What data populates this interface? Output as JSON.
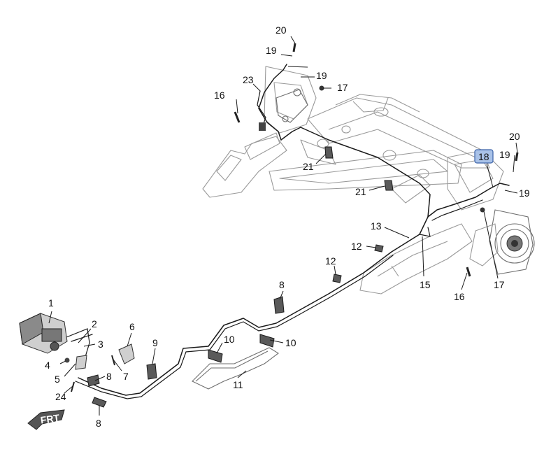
{
  "callouts": {
    "c1": "1",
    "c2": "2",
    "c3": "3",
    "c4": "4",
    "c5": "5",
    "c6": "6",
    "c7": "7",
    "c8a": "8",
    "c8b": "8",
    "c8c": "8",
    "c9": "9",
    "c10a": "10",
    "c10b": "10",
    "c11": "11",
    "c12a": "12",
    "c12b": "12",
    "c13": "13",
    "c15": "15",
    "c16a": "16",
    "c16b": "16",
    "c17a": "17",
    "c17b": "17",
    "c18": "18",
    "c19a": "19",
    "c19b": "19",
    "c19c": "19",
    "c19d": "19",
    "c20a": "20",
    "c20b": "20",
    "c21a": "21",
    "c21b": "21",
    "c23": "23",
    "c24": "24"
  },
  "front_arrow": {
    "label": "FRT"
  },
  "highlight": {
    "callout": "18",
    "color": "#a9c2e8"
  }
}
